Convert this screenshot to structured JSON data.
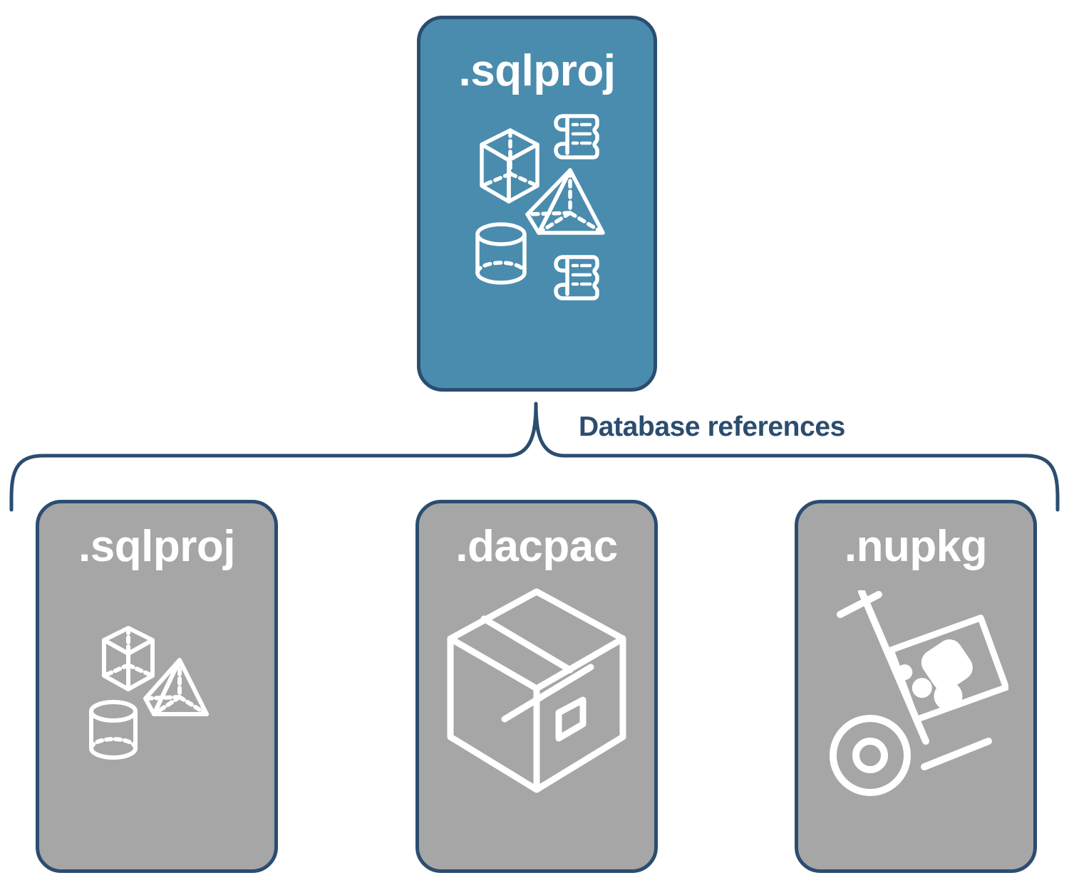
{
  "diagram": {
    "title_root": ".sqlproj",
    "edge_label": "Database references",
    "colors": {
      "root_fill": "#4a8cae",
      "child_fill": "#a6a6a6",
      "stroke": "#2b4d6f",
      "icon": "#ffffff",
      "background": "#ffffff"
    },
    "root": {
      "label": ".sqlproj",
      "icons": [
        "cube-icon",
        "pyramid-icon",
        "cylinder-icon",
        "scroll-icon",
        "scroll-icon"
      ]
    },
    "children": [
      {
        "label": ".sqlproj",
        "icons": [
          "cube-icon",
          "pyramid-icon",
          "cylinder-icon"
        ]
      },
      {
        "label": ".dacpac",
        "icons": [
          "package-box-icon"
        ]
      },
      {
        "label": ".nupkg",
        "icons": [
          "hand-truck-icon",
          "nuget-package-icon"
        ]
      }
    ],
    "connector": {
      "type": "curly-brace-bracket",
      "label": "Database references"
    }
  }
}
